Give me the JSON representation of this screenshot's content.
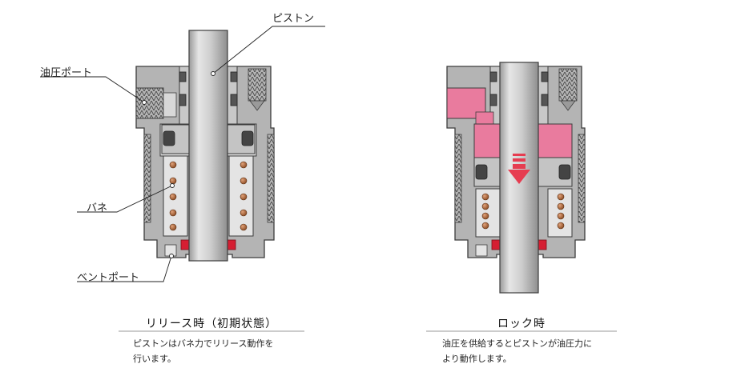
{
  "labels": {
    "piston": "ピストン",
    "oil_port": "油圧ポート",
    "spring": "バネ",
    "vent_port": "ベントポート"
  },
  "states": [
    {
      "title": "リリース時（初期状態）",
      "description_lines": [
        "ピストンはバネ力でリリース動作を",
        "行います。"
      ]
    },
    {
      "title": "ロック時",
      "description_lines": [
        "油圧を供給するとピストンが油圧力に",
        "より動作します。"
      ]
    }
  ],
  "colors": {
    "body": "#b4b4b4",
    "piston": "#d2d2d2",
    "outline": "#3c3c3c",
    "oil": "#e97b9e",
    "seal": "#d51e32",
    "spring": "#b46e3c",
    "arrow": "#e63c50"
  }
}
